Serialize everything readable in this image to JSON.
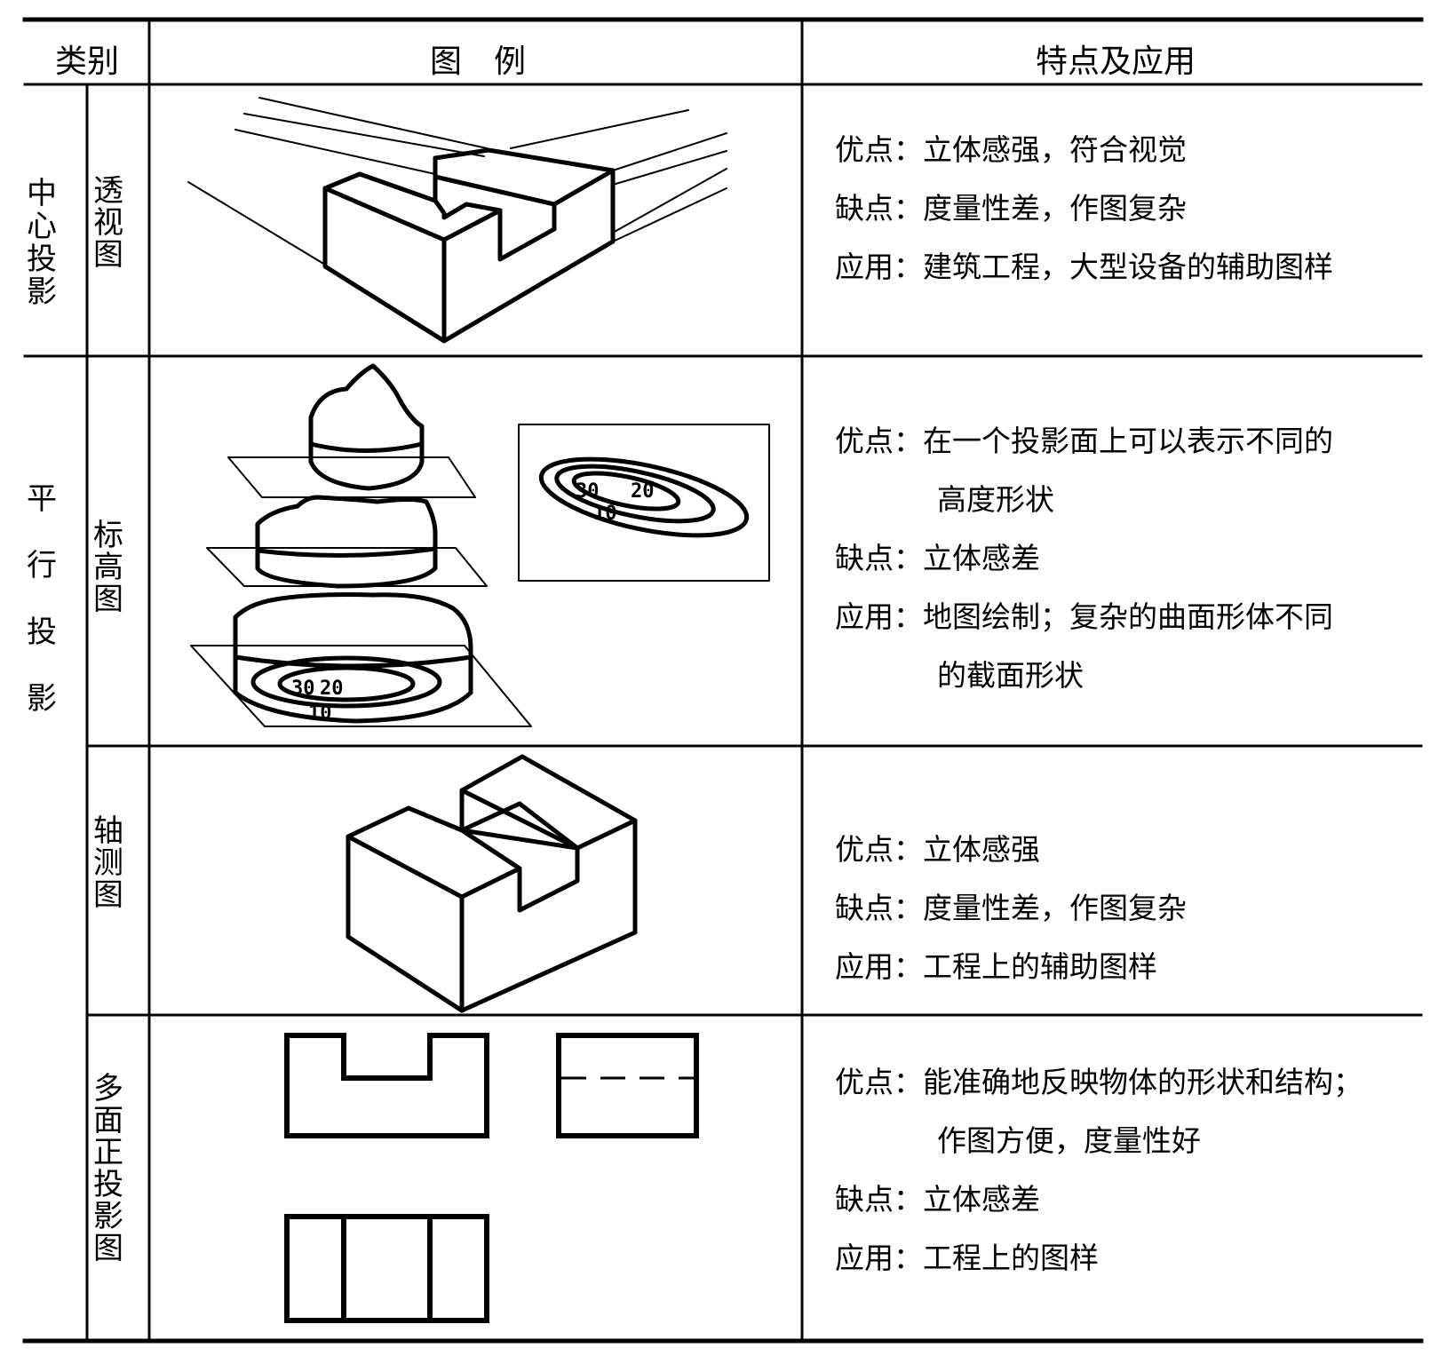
{
  "header": {
    "category": "类别",
    "illustration": "图　例",
    "features": "特点及应用"
  },
  "groups": [
    {
      "label": "中心投影"
    },
    {
      "label": "平　行　投　影"
    }
  ],
  "rows": [
    {
      "type": "透视图",
      "features": [
        "优点：立体感强，符合视觉",
        "缺点：度量性差，作图复杂",
        "应用：建筑工程，大型设备的辅助图样"
      ]
    },
    {
      "type": "标高图",
      "features": [
        "优点：在一个投影面上可以表示不同的",
        "高度形状",
        "缺点：立体感差",
        "应用：地图绘制；复杂的曲面形体不同",
        "的截面形状"
      ],
      "contour_labels": [
        "30",
        "20",
        "10",
        "30",
        "20",
        "10"
      ]
    },
    {
      "type": "轴测图",
      "features": [
        "优点：立体感强",
        "缺点：度量性差，作图复杂",
        "应用：工程上的辅助图样"
      ]
    },
    {
      "type": "多面正投影图",
      "features": [
        "优点：能准确地反映物体的形状和结构；",
        "作图方便，度量性好",
        "缺点：立体感差",
        "应用：工程上的图样"
      ]
    }
  ]
}
